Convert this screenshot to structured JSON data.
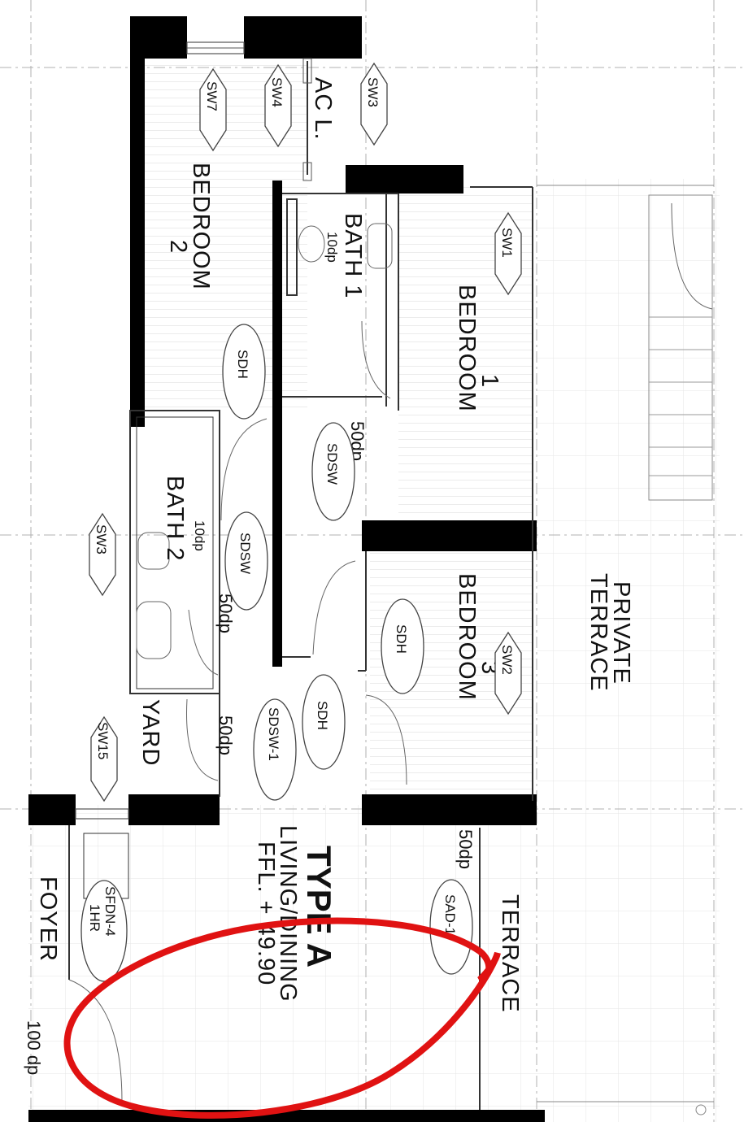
{
  "plan": {
    "unit_type": "TYPE A",
    "main_space": "LIVING/DINING",
    "floor_level": "FFL. + 49.90",
    "rooms": {
      "bedroom_2": [
        "BEDROOM",
        "2"
      ],
      "bedroom_1": [
        "BEDROOM",
        "1"
      ],
      "bedroom_3": [
        "BEDROOM",
        "3"
      ],
      "bath_1": "BATH 1",
      "bath_2": "BATH 2",
      "ac_ledge": "AC L.",
      "yard": "YARD",
      "foyer": "FOYER",
      "terrace": "TERRACE",
      "private_terrace": [
        "PRIVATE",
        "TERRACE"
      ]
    },
    "notes": {
      "bath1_dp": "10dp",
      "bath2_dp": "10dp",
      "door_dp_a": "50dp",
      "door_dp_b": "50dp",
      "door_dp_c": "50dp",
      "terrace_dp": "50dp",
      "foyer_dp": "100 dp"
    },
    "tags": {
      "sw7": "SW7",
      "sw4": "SW4",
      "sw3_top": "SW3",
      "sw1": "SW1",
      "sw3_left": "SW3",
      "sw15": "SW15",
      "sw2": "SW2",
      "sdh_bed2": "SDH",
      "sdh_bed3": "SDH",
      "sdh_living": "SDH",
      "sdsw_bath1": "SDSW",
      "sdsw_bath2": "SDSW",
      "sdsw_1": "SDSW-1",
      "sad_1": "SAD-1",
      "sfdn_4": "SFDN-4",
      "sfdn_4_rating": "1HR"
    },
    "markup_color": "#e01212"
  }
}
